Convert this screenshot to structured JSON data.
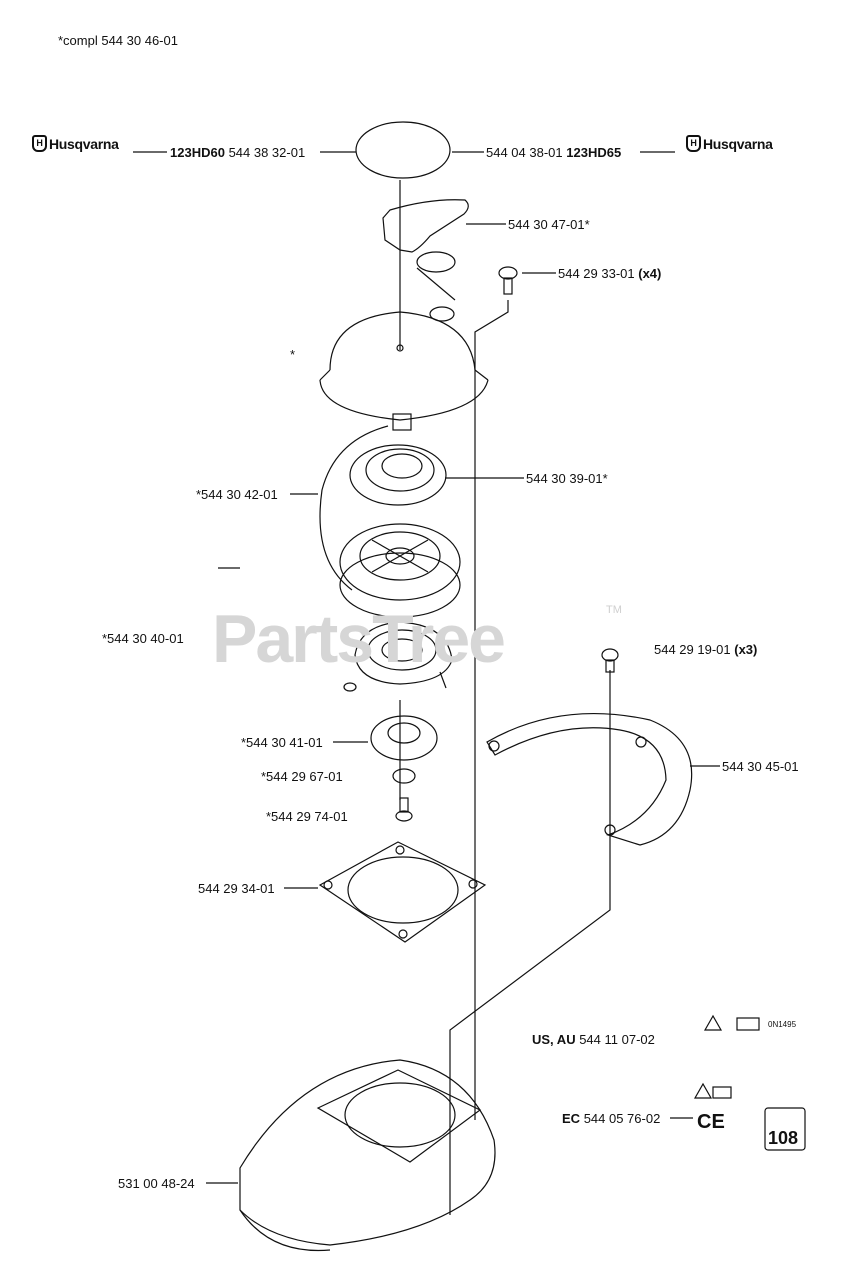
{
  "header": {
    "compl": "*compl 544 30 46-01"
  },
  "brand_left": "Husqvarna",
  "brand_right": "Husqvarna",
  "watermark": {
    "text": "PartsTree",
    "tm": "TM"
  },
  "labels": {
    "decal_left_model": "123HD60",
    "decal_left_part": "544 38 32-01",
    "decal_right_part": "544 04 38-01",
    "decal_right_model": "123HD65",
    "handle": "544 30 47-01*",
    "screw_top_part": "544 29 33-01",
    "screw_top_qty": "(x4)",
    "star_single": "*",
    "rope": "*544 30 42-01",
    "spring": "544 30 39-01*",
    "pulley_dash": "",
    "spring_cassette": "*544 30 40-01",
    "screw_right_part": "544 29 19-01",
    "screw_right_qty": "(x3)",
    "hub": "*544 30 41-01",
    "washer": "*544 29 67-01",
    "center_screw": "*544 29 74-01",
    "guard_ring": "544 30 45-01",
    "gasket": "544 29 34-01",
    "us_au_prefix": "US, AU",
    "us_au_part": "544 11 07-02",
    "ec_prefix": "EC",
    "ec_part": "544 05 76-02",
    "housing": "531 00 48-24",
    "us_sticker_code": "0N1495",
    "ce_mark": "CE",
    "sound_level": "108"
  }
}
